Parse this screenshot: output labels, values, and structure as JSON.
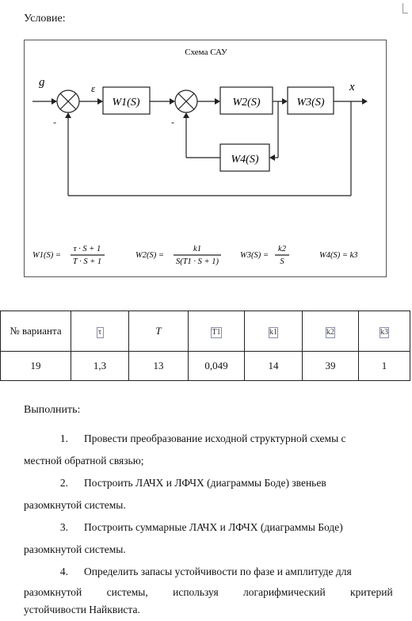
{
  "condition_label": "Условие:",
  "scheme": {
    "title": "Схема САУ",
    "signals": {
      "input": "g",
      "error": "ε",
      "output": "x",
      "minus1": "-",
      "minus2": "-"
    },
    "blocks": [
      "W1(S)",
      "W2(S)",
      "W3(S)",
      "W4(S)"
    ],
    "formulas": {
      "w1_lhs": "W1(S) =",
      "w1_num": "τ · S + 1",
      "w1_den": "T · S + 1",
      "w2_lhs": "W2(S) =",
      "w2_num": "k1",
      "w2_den": "S(T1 · S + 1)",
      "w3_lhs": "W3(S) =",
      "w3_num": "k2",
      "w3_den": "S",
      "w4": "W4(S) = k3"
    }
  },
  "table": {
    "headers": [
      "№ варианта",
      "τ",
      "T",
      "T1",
      "k1",
      "k2",
      "k3"
    ],
    "row": [
      "19",
      "1,3",
      "13",
      "0,049",
      "14",
      "39",
      "1"
    ]
  },
  "tasks": {
    "label": "Выполнить:",
    "items": [
      {
        "num": "1.",
        "line1": "Провести преобразование исходной структурной схемы с",
        "line2": "местной обратной связью;"
      },
      {
        "num": "2.",
        "line1": "Построить ЛАЧХ и ЛФЧХ (диаграммы Боде) звеньев",
        "line2": "разомкнутой системы."
      },
      {
        "num": "3.",
        "line1": "Построить суммарные ЛАЧХ и ЛФЧХ (диаграммы Боде)",
        "line2": "разомкнутой системы."
      },
      {
        "num": "4.",
        "line1": "Определить запасы устойчивости по фазе и амплитуде для",
        "line2": "разомкнутой системы, используя логарифмический критерий",
        "line3": "устойчивости Найквиста."
      }
    ]
  }
}
